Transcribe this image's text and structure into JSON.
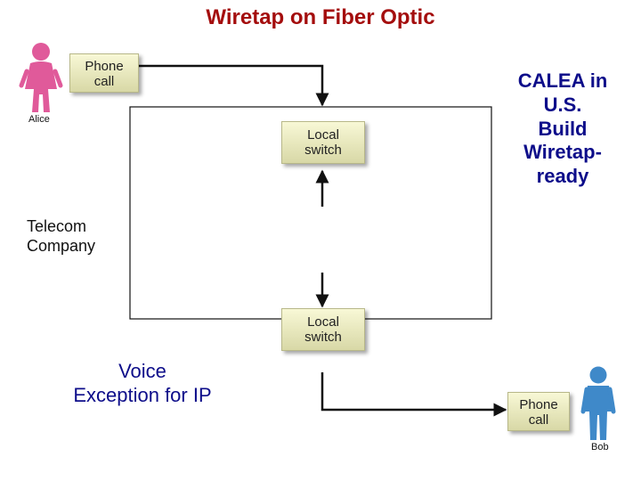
{
  "title": "Wiretap on Fiber Optic",
  "people": {
    "alice": {
      "name": "Alice",
      "icon": "female-person-icon",
      "color": "#e05a9a"
    },
    "bob": {
      "name": "Bob",
      "icon": "male-person-icon",
      "color": "#3f89c9"
    }
  },
  "boxes": {
    "alice_call": {
      "line1": "Phone",
      "line2": "call"
    },
    "local_switch_top": {
      "line1": "Local",
      "line2": "switch"
    },
    "local_switch_bottom": {
      "line1": "Local",
      "line2": "switch"
    },
    "bob_call": {
      "line1": "Phone",
      "line2": "call"
    }
  },
  "telecom": {
    "line1": "Telecom",
    "line2": "Company"
  },
  "calea": {
    "line1": "CALEA in",
    "line2": "U.S.",
    "line3": "Build",
    "line4": "Wiretap-",
    "line5": "ready"
  },
  "voice": {
    "line1": "Voice",
    "line2": "Exception for IP"
  },
  "colors": {
    "title": "#a40d0d",
    "blue_text": "#0d0d8a",
    "box_fill": "#ecec c2"
  }
}
